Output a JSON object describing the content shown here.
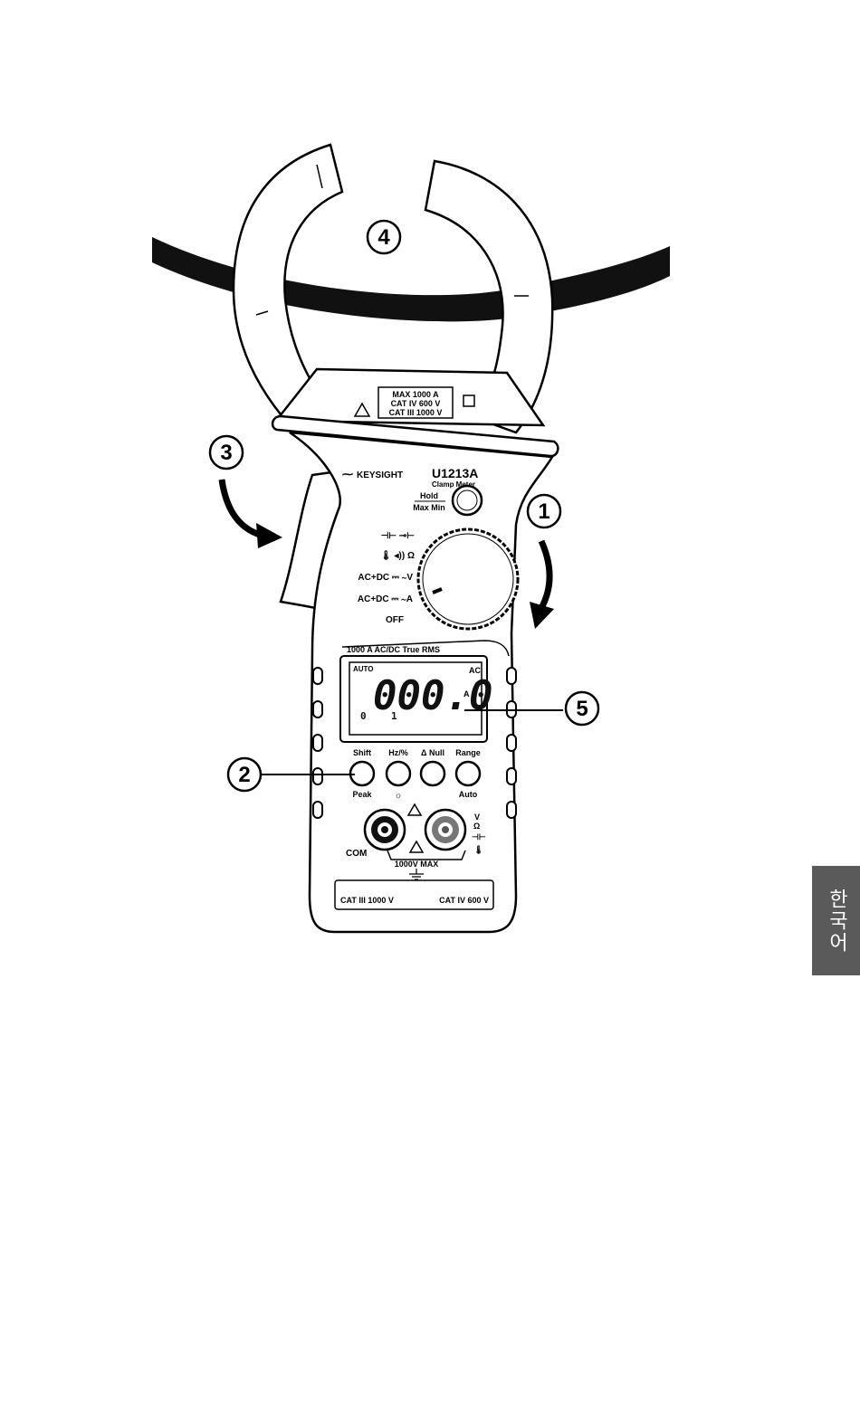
{
  "device": {
    "brand": "KEYSIGHT",
    "model": "U1213A",
    "model_subtitle": "Clamp Meter",
    "hold_label": "Hold",
    "maxmin_label": "Max Min",
    "rating_lines": [
      "MAX 1000 A",
      "CAT IV 600 V",
      "CAT III 1000 V"
    ],
    "true_rms_label": "1000 A AC/DC True RMS",
    "dial_positions": [
      {
        "label": "⊣⊢ ⊸⊢",
        "name": "dial-position-capacitance-diode"
      },
      {
        "label": "🌡 ◂)) Ω",
        "name": "dial-position-temp-continuity-ohm"
      },
      {
        "label": "AC+DC ⎓ ∼V",
        "name": "dial-position-voltage"
      },
      {
        "label": "AC+DC ⎓ ∼A",
        "name": "dial-position-current"
      },
      {
        "label": "OFF",
        "name": "dial-position-off"
      }
    ],
    "display": {
      "auto_indicator": "AUTO",
      "ac_indicator": "AC",
      "reading": "000.0",
      "unit": "A",
      "sub_left": "0",
      "sub_right": "1"
    },
    "buttons": [
      {
        "top": "Shift",
        "bottom": "Peak"
      },
      {
        "top": "Hz/%",
        "bottom": "☼"
      },
      {
        "top": "Δ Null",
        "bottom": ""
      },
      {
        "top": "Range",
        "bottom": "Auto"
      }
    ],
    "terminals": {
      "com_label": "COM",
      "right_labels": [
        "V",
        "Ω",
        "⊣⊢",
        "🌡"
      ],
      "max_label": "1000V MAX"
    },
    "cat_left": "CAT III 1000 V",
    "cat_right": "CAT IV 600 V"
  },
  "callouts": [
    "1",
    "2",
    "3",
    "4",
    "5"
  ],
  "language_tab": "한국어",
  "colors": {
    "ink": "#000000",
    "tab": "#5a5a5a",
    "lcd": "#ffffff"
  }
}
